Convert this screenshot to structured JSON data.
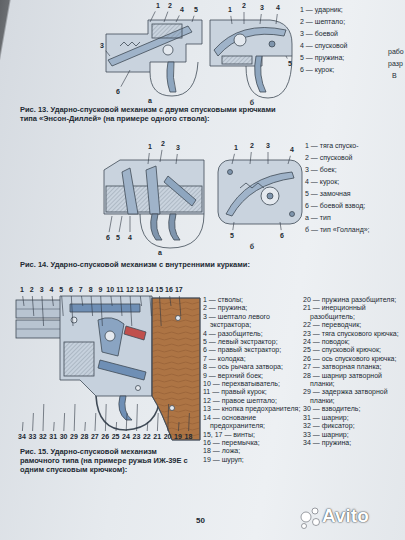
{
  "diagram": {
    "labels": [
      "Рис. 13. Ударно-спусковой механизм с двумя спусковыми крючками типа «Энсон-Диллей» (на примере одного ствола):",
      "Рис. 14. Ударно-спусковой механизм с внутренними курками:",
      "Рис. 15. Ударно-спусковой механизм рамочного типа (на примере ружья ИЖ-39Е с одним спусковым крючком):",
      "50",
      "Avito",
      "1",
      "2",
      "3",
      "4",
      "5",
      "6",
      "а",
      "1",
      "2",
      "3",
      "4",
      "5",
      "б",
      "1 — ударник;",
      "2 — шептало;",
      "3 — боевой",
      "4 — спусковой",
      "5 — пружина;",
      "6 — курок;",
      "рабо",
      "разр",
      "В",
      "1",
      "2",
      "3",
      "4",
      "5",
      "6",
      "а",
      "1",
      "2",
      "3",
      "4",
      "5",
      "6",
      "б",
      "1 — тяга спуско-",
      "2 — спусковой",
      "3 — боек;",
      "4 — курок;",
      "5 — замочная",
      "6 — боевой взвод;",
      "а — тип",
      "б — тип «Голланд»;",
      "1",
      "2",
      "3",
      "4",
      "5",
      "6",
      "7",
      "8",
      "9",
      "10",
      "11",
      "12",
      "13",
      "14",
      "15",
      "16",
      "17",
      "34",
      "33",
      "32",
      "31",
      "30",
      "29",
      "28",
      "27",
      "26",
      "25",
      "24",
      "23",
      "22",
      "21",
      "20",
      "19",
      "18",
      "1 — стволы;",
      "2 — пружина;",
      "3 — шептало левого экстрактора;",
      "4 — разобщитель;",
      "5 — левый экстрактор;",
      "6 — правый экстрактор;",
      "7 — колодка;",
      "8 — ось рычага затвора;",
      "9 — верхний боек;",
      "10 — перехватыватель;",
      "11 — правый курок;",
      "12 — правое шептало;",
      "13 — кнопка предохранителя;",
      "14 — основание предохранителя;",
      "15, 17 — винты;",
      "16 — перемычка;",
      "18 — ложа;",
      "19 — шуруп;",
      "20 — пружина разобщителя;",
      "21 — инерционный разобщитель;",
      "22 — переводчик;",
      "23 — тяга спускового крючка;",
      "24 — поводок;",
      "25 — спусковой крючок;",
      "26 — ось спускового крючка;",
      "27 — затворная планка;",
      "28 — шарнир затворной планки;",
      "29 — задержка затворной планки;",
      "30 — взводитель;",
      "31 — шарнир;",
      "32 — фиксатор;",
      "33 — шарнир;",
      "34 — пружина;"
    ]
  }
}
